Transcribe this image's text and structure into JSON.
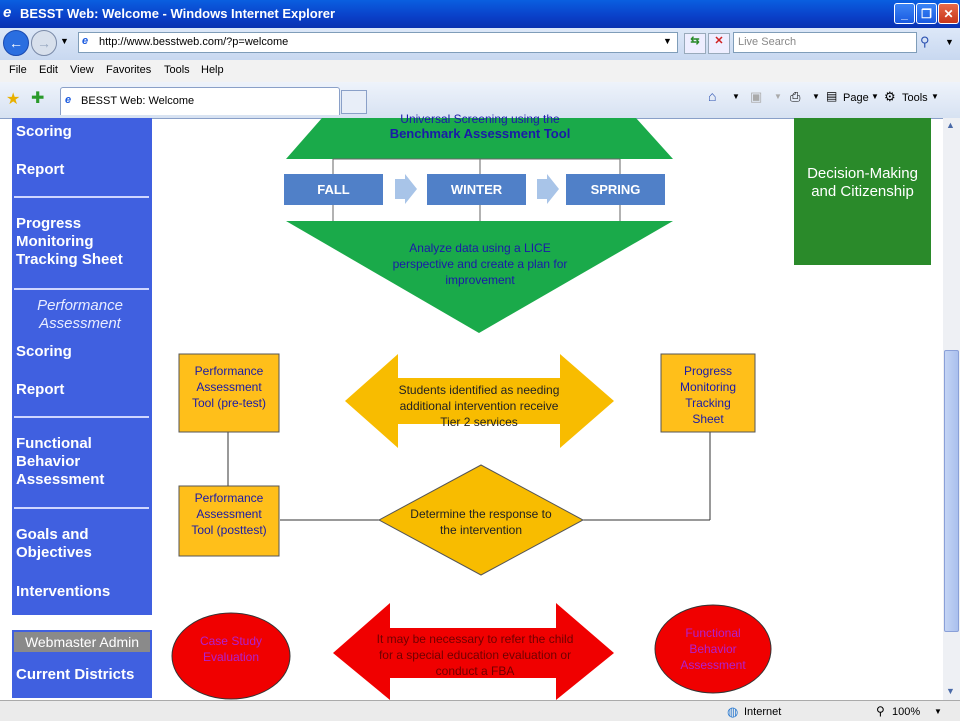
{
  "window": {
    "title": "BESST Web: Welcome - Windows Internet Explorer"
  },
  "address": {
    "url": "http://www.besstweb.com/?p=welcome"
  },
  "search": {
    "placeholder": "Live Search"
  },
  "menu": [
    "File",
    "Edit",
    "View",
    "Favorites",
    "Tools",
    "Help"
  ],
  "tab": {
    "title": "BESST Web: Welcome"
  },
  "toolbar": {
    "page_label": "Page",
    "tools_label": "Tools"
  },
  "sidebar": {
    "items": [
      {
        "label": "Scoring"
      },
      {
        "label": "Report"
      },
      {
        "label": "Progress Monitoring Tracking Sheet"
      },
      {
        "label": "Performance Assessment",
        "style": "section"
      },
      {
        "label": "Scoring"
      },
      {
        "label": "Report"
      },
      {
        "label": "Functional Behavior Assessment"
      },
      {
        "label": "Goals and Objectives"
      },
      {
        "label": "Interventions"
      }
    ],
    "admin_header": "Webmaster Admin",
    "admin_items": [
      {
        "label": "Current Districts"
      }
    ]
  },
  "diagram": {
    "top_triangle": {
      "line1": "Universal Screening using the",
      "line2": "Benchmark Assessment Tool"
    },
    "seasons": [
      "FALL",
      "WINTER",
      "SPRING"
    ],
    "analyze": "Analyze data using a LICE perspective and create a plan for improvement",
    "side_box": "Decision-Making and Citizenship",
    "pretest": "Performance Assessment Tool (pre-test)",
    "tier2": "Students identified as needing additional intervention receive Tier 2 services",
    "progress": "Progress Monitoring Tracking Sheet",
    "posttest": "Performance Assessment Tool (posttest)",
    "response": "Determine the response to the intervention",
    "case_study": "Case Study Evaluation",
    "referral": "It may be necessary to refer the child for a special education evaluation or conduct a FBA",
    "fba": "Functional Behavior Assessment"
  },
  "status": {
    "zone": "Internet",
    "zoom": "100%"
  },
  "colors": {
    "nav_blue": "#4060e0",
    "green": "#1aaa4a",
    "dark_green": "#2a8a2a",
    "orange": "#f8bc00",
    "box_orange": "#ffbf1a",
    "red": "#f00000",
    "season_blue": "#5080c8"
  }
}
